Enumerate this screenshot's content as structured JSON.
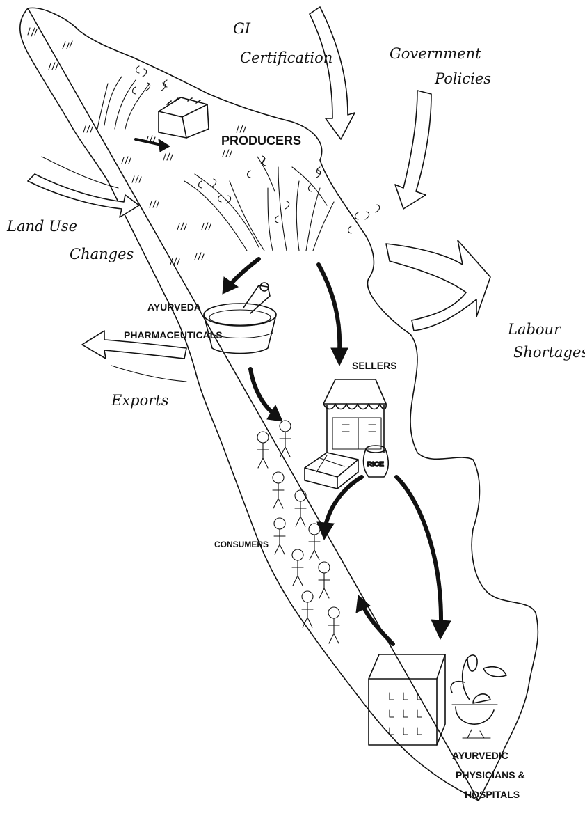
{
  "external_factors": {
    "gi_certification": [
      "GI",
      "Certification"
    ],
    "government_policies": [
      "Government",
      "Policies"
    ],
    "land_use_changes": [
      "Land Use",
      "Changes"
    ],
    "labour_shortages": [
      "Labour",
      "Shortages"
    ],
    "exports": "Exports"
  },
  "actors": {
    "producers": "PRODUCERS",
    "ayurveda_pharmaceuticals": [
      "AYURVEDA",
      "PHARMACEUTICALS"
    ],
    "sellers": "SELLERS",
    "consumers": "CONSUMERS",
    "ayurvedic_physicians": [
      "AYURVEDIC",
      "PHYSICIANS &",
      "HOSPITALS"
    ]
  },
  "labels": {
    "rice_sack": "RICE"
  },
  "icons": {
    "farm_hut": "hut-icon",
    "mortar_bowl": "mortar-pestle-icon",
    "shop": "shop-icon",
    "hospital": "building-icon",
    "herb_bowl": "herb-bowl-icon",
    "people": "stick-figure-icon"
  },
  "colors": {
    "ink": "#111111",
    "paper": "#ffffff"
  }
}
